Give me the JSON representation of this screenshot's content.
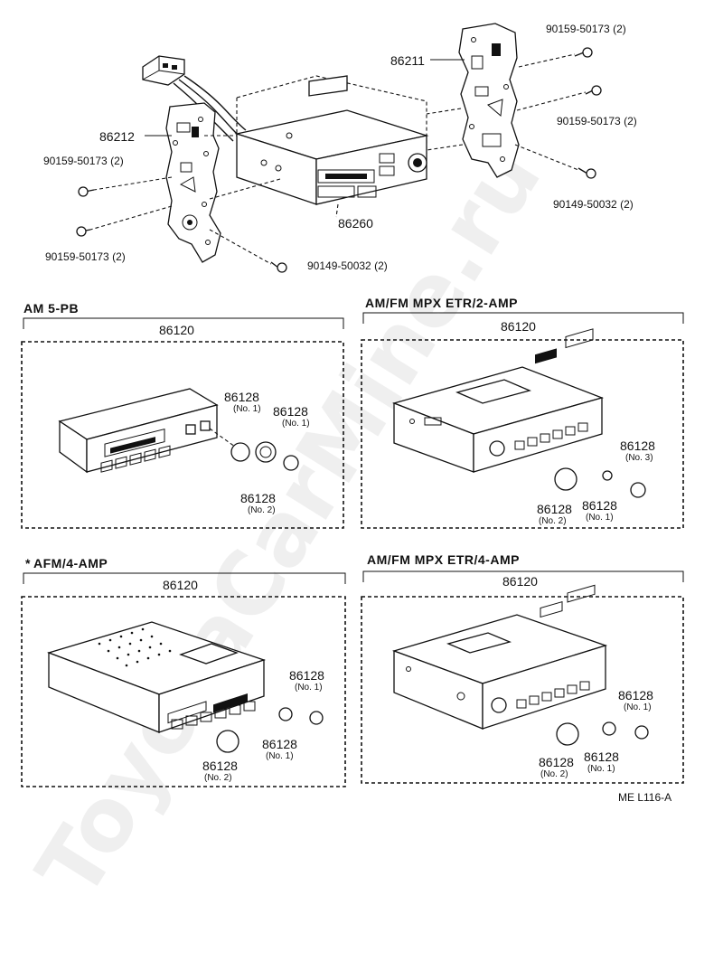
{
  "watermark": "ToyotaCarMine.ru",
  "top": {
    "labels": {
      "bracket_right": "86211",
      "bracket_left": "86212",
      "radio_chassis": "86260",
      "screw_tr1": "90159-50173 (2)",
      "screw_tr2": "90159-50173 (2)",
      "screw_tr3": "90149-50032 (2)",
      "screw_l1": "90159-50173 (2)",
      "screw_l2": "90159-50173 (2)",
      "screw_bottom": "90149-50032 (2)"
    }
  },
  "panels": [
    {
      "title": "AM 5-PB",
      "assembly": "86120",
      "knobs": [
        {
          "part": "86128",
          "note": "(No. 1)"
        },
        {
          "part": "86128",
          "note": "(No. 1)"
        },
        {
          "part": "86128",
          "note": "(No. 2)"
        }
      ]
    },
    {
      "title": "AM/FM  MPX  ETR/2-AMP",
      "assembly": "86120",
      "knobs": [
        {
          "part": "86128",
          "note": "(No. 2)"
        },
        {
          "part": "86128",
          "note": "(No. 1)"
        },
        {
          "part": "86128",
          "note": "(No. 3)"
        }
      ]
    },
    {
      "title": "AFM/4-AMP",
      "title_prefix": "*",
      "assembly": "86120",
      "knobs": [
        {
          "part": "86128",
          "note": "(No. 1)"
        },
        {
          "part": "86128",
          "note": "(No. 1)"
        },
        {
          "part": "86128",
          "note": "(No. 2)"
        }
      ]
    },
    {
      "title": "AM/FM  MPX  ETR/4-AMP",
      "assembly": "86120",
      "knobs": [
        {
          "part": "86128",
          "note": "(No. 1)"
        },
        {
          "part": "86128",
          "note": "(No. 2)"
        },
        {
          "part": "86128",
          "note": "(No. 1)"
        }
      ]
    }
  ],
  "footer_code": "ME  L116-A"
}
